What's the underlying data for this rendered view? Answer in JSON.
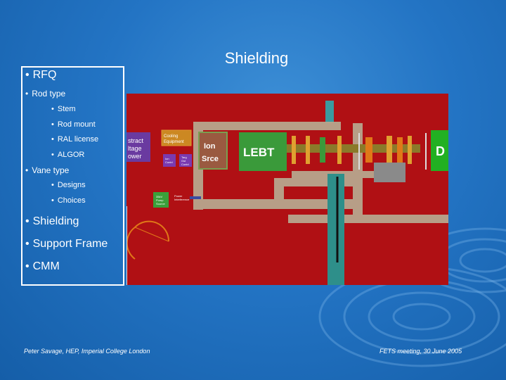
{
  "slide": {
    "title": "Shielding"
  },
  "outline": [
    {
      "label": "RFQ",
      "level": 1
    },
    {
      "label": "Rod type",
      "level": 1
    },
    {
      "label": "Stem",
      "level": 2
    },
    {
      "label": "Rod mount",
      "level": 2
    },
    {
      "label": "RAL license",
      "level": 2
    },
    {
      "label": "ALGOR",
      "level": 2
    },
    {
      "label": "Vane type",
      "level": 1
    },
    {
      "label": "Designs",
      "level": 2
    },
    {
      "label": "Choices",
      "level": 2
    },
    {
      "label": "Shielding",
      "level": 1
    },
    {
      "label": "Support Frame",
      "level": 1
    },
    {
      "label": "CMM",
      "level": 1
    }
  ],
  "bullet_glyph": "•",
  "diagram": {
    "labels": {
      "extract": [
        "stract",
        "ltage",
        "ower"
      ],
      "cooling": [
        "Cooling",
        "Equipment"
      ],
      "ion": [
        "Ion",
        "Srce"
      ],
      "lebt": "LEBT",
      "d": "D",
      "ion_small": [
        "Ion",
        "Contrl"
      ],
      "targ": [
        "Targ",
        "Gst",
        "Contrl"
      ],
      "pump": [
        "35kV",
        "Pump",
        "Source"
      ],
      "panel": [
        "Power",
        "Interference"
      ]
    },
    "colors": {
      "background": "#b01014",
      "wall": "#b8a68e",
      "teal": "#2e8f8a",
      "green": "#3a9a3a",
      "bright_green": "#22b022",
      "orange": "#e07818"
    }
  },
  "footer": {
    "left": "Peter Savage, HEP, Imperial College London",
    "right": "FETS meeting, 30 June 2005"
  }
}
